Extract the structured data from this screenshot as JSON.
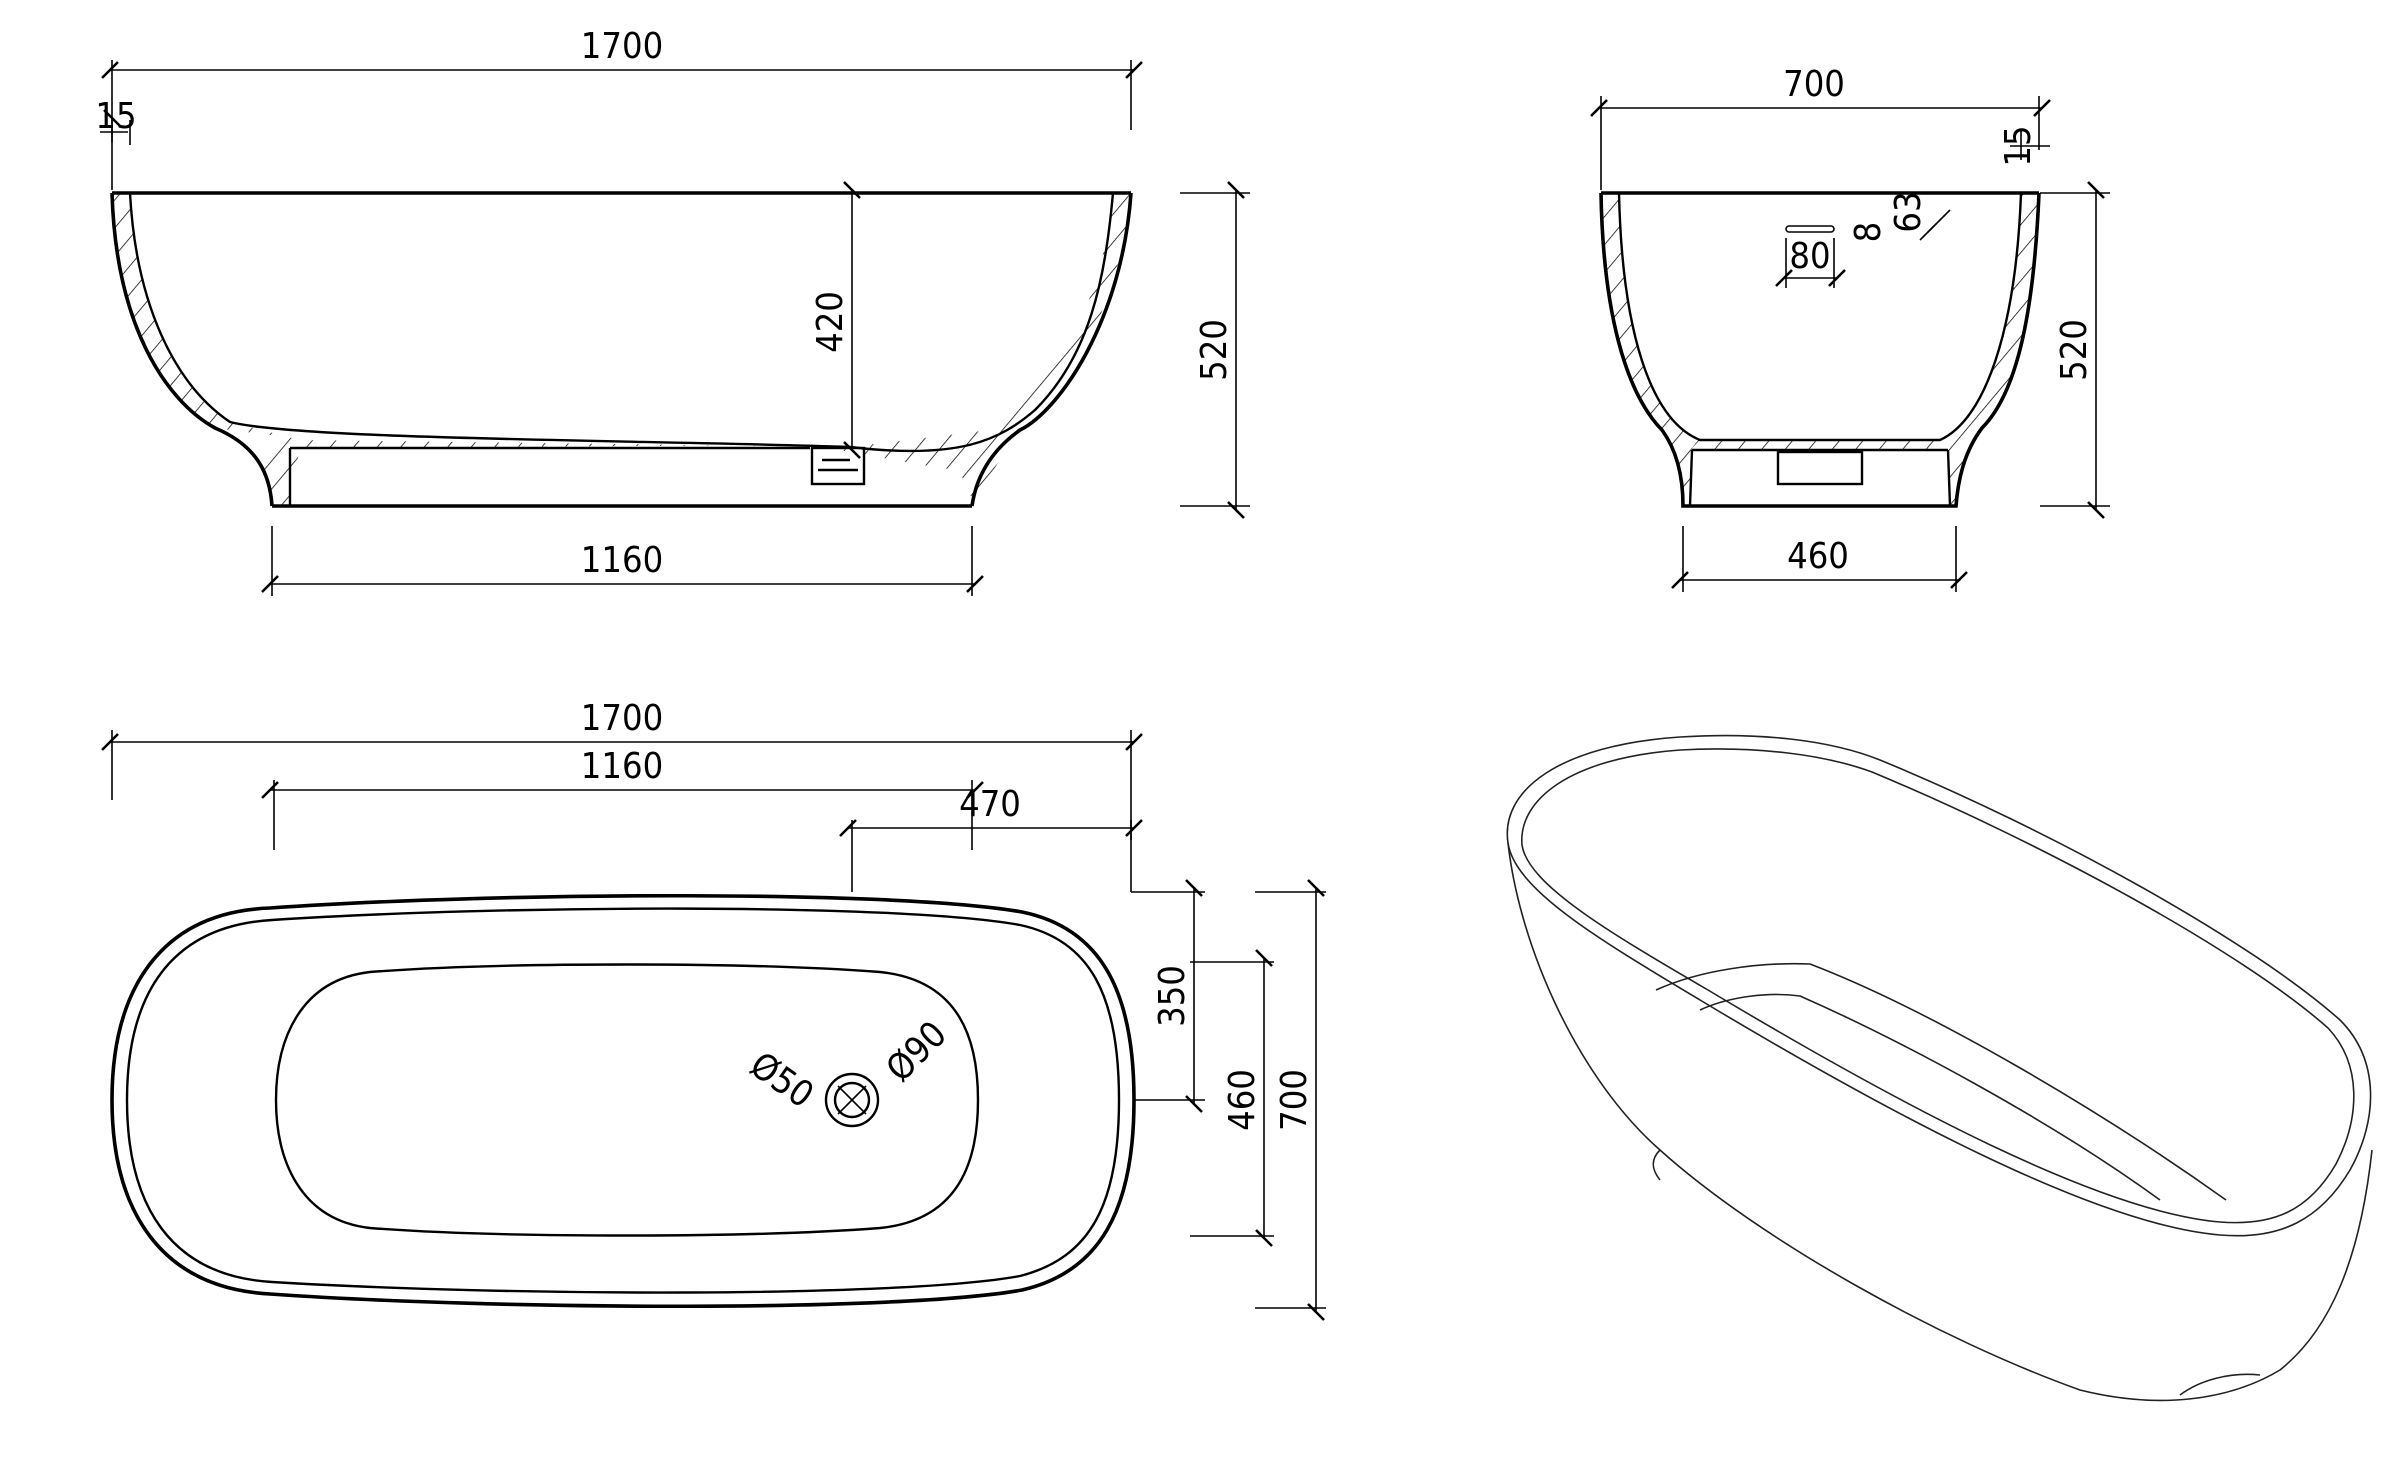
{
  "side_view": {
    "length": "1700",
    "wall": "15",
    "depth": "420",
    "height": "520",
    "base_length": "1160"
  },
  "end_view": {
    "width": "700",
    "wall": "15",
    "overflow_offset": "63",
    "overflow_height": "8",
    "overflow_width": "80",
    "height": "520",
    "base_width": "460"
  },
  "plan_view": {
    "length": "1700",
    "base_length": "1160",
    "drain_offset_x": "470",
    "drain_offset_y": "350",
    "base_width": "460",
    "width": "700",
    "drain_inner": "Ø50",
    "drain_outer": "Ø90"
  }
}
